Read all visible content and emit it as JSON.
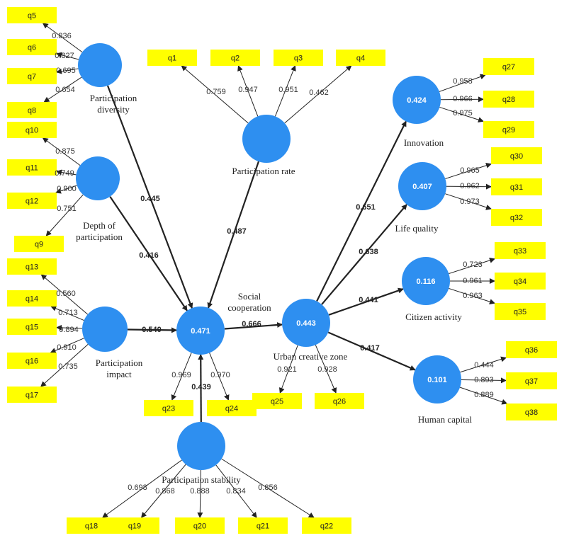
{
  "colors": {
    "construct": "#2e8ff0",
    "indicator": "#ffff00",
    "arrow": "#222222"
  },
  "constructs": {
    "participation_diversity": {
      "label_lines": [
        "Participation",
        "diversity"
      ],
      "r2": ""
    },
    "depth_of_participation": {
      "label_lines": [
        "Depth of",
        "participation"
      ],
      "r2": ""
    },
    "participation_impact": {
      "label_lines": [
        "Participation",
        "impact"
      ],
      "r2": ""
    },
    "participation_rate": {
      "label_lines": [
        "Participation rate"
      ],
      "r2": ""
    },
    "social_cooperation": {
      "label_lines": [
        "Social",
        "cooperation"
      ],
      "r2": "0.471"
    },
    "participation_stability": {
      "label_lines": [
        "Participation stability"
      ],
      "r2": ""
    },
    "urban_creative_zone": {
      "label_lines": [
        "Urban creative zone"
      ],
      "r2": "0.443"
    },
    "innovation": {
      "label_lines": [
        "Innovation"
      ],
      "r2": "0.424"
    },
    "life_quality": {
      "label_lines": [
        "Life quality"
      ],
      "r2": "0.407"
    },
    "citizen_activity": {
      "label_lines": [
        "Citizen activity"
      ],
      "r2": "0.116"
    },
    "human_capital": {
      "label_lines": [
        "Human capital"
      ],
      "r2": "0.101"
    }
  },
  "indicators": [
    {
      "id": "q5",
      "construct": "participation_diversity",
      "loading": "0.836"
    },
    {
      "id": "q6",
      "construct": "participation_diversity",
      "loading": "0.827"
    },
    {
      "id": "q7",
      "construct": "participation_diversity",
      "loading": "0.695"
    },
    {
      "id": "q8",
      "construct": "participation_diversity",
      "loading": "0.654"
    },
    {
      "id": "q10",
      "construct": "depth_of_participation",
      "loading": "0.875"
    },
    {
      "id": "q11",
      "construct": "depth_of_participation",
      "loading": "0.749"
    },
    {
      "id": "q12",
      "construct": "depth_of_participation",
      "loading": "0.900"
    },
    {
      "id": "q9",
      "construct": "depth_of_participation",
      "loading": "0.751"
    },
    {
      "id": "q13",
      "construct": "participation_impact",
      "loading": "0.560"
    },
    {
      "id": "q14",
      "construct": "participation_impact",
      "loading": "0.713"
    },
    {
      "id": "q15",
      "construct": "participation_impact",
      "loading": "0.894"
    },
    {
      "id": "q16",
      "construct": "participation_impact",
      "loading": "0.910"
    },
    {
      "id": "q17",
      "construct": "participation_impact",
      "loading": "0.735"
    },
    {
      "id": "q1",
      "construct": "participation_rate",
      "loading": "0.759"
    },
    {
      "id": "q2",
      "construct": "participation_rate",
      "loading": "0.947"
    },
    {
      "id": "q3",
      "construct": "participation_rate",
      "loading": "0.951"
    },
    {
      "id": "q4",
      "construct": "participation_rate",
      "loading": "0.462"
    },
    {
      "id": "q23",
      "construct": "social_cooperation",
      "loading": "0.969"
    },
    {
      "id": "q24",
      "construct": "social_cooperation",
      "loading": "0.970"
    },
    {
      "id": "q25",
      "construct": "urban_creative_zone",
      "loading": "0.921"
    },
    {
      "id": "q26",
      "construct": "urban_creative_zone",
      "loading": "0.928"
    },
    {
      "id": "q18",
      "construct": "participation_stability",
      "loading": "0.698"
    },
    {
      "id": "q19",
      "construct": "participation_stability",
      "loading": "0.868"
    },
    {
      "id": "q20",
      "construct": "participation_stability",
      "loading": "0.888"
    },
    {
      "id": "q21",
      "construct": "participation_stability",
      "loading": "0.834"
    },
    {
      "id": "q22",
      "construct": "participation_stability",
      "loading": "0.856"
    },
    {
      "id": "q27",
      "construct": "innovation",
      "loading": "0.958"
    },
    {
      "id": "q28",
      "construct": "innovation",
      "loading": "0.966"
    },
    {
      "id": "q29",
      "construct": "innovation",
      "loading": "0.975"
    },
    {
      "id": "q30",
      "construct": "life_quality",
      "loading": "0.965"
    },
    {
      "id": "q31",
      "construct": "life_quality",
      "loading": "0.962"
    },
    {
      "id": "q32",
      "construct": "life_quality",
      "loading": "0.973"
    },
    {
      "id": "q33",
      "construct": "citizen_activity",
      "loading": "0.723"
    },
    {
      "id": "q34",
      "construct": "citizen_activity",
      "loading": "0.961"
    },
    {
      "id": "q35",
      "construct": "citizen_activity",
      "loading": "0.963"
    },
    {
      "id": "q36",
      "construct": "human_capital",
      "loading": "0.444"
    },
    {
      "id": "q37",
      "construct": "human_capital",
      "loading": "0.893"
    },
    {
      "id": "q38",
      "construct": "human_capital",
      "loading": "0.889"
    }
  ],
  "paths": [
    {
      "from": "participation_diversity",
      "to": "social_cooperation",
      "coef": "0.445"
    },
    {
      "from": "depth_of_participation",
      "to": "social_cooperation",
      "coef": "0.416"
    },
    {
      "from": "participation_impact",
      "to": "social_cooperation",
      "coef": "0.540"
    },
    {
      "from": "participation_rate",
      "to": "social_cooperation",
      "coef": "0.487"
    },
    {
      "from": "participation_stability",
      "to": "social_cooperation",
      "coef": "0.439"
    },
    {
      "from": "social_cooperation",
      "to": "urban_creative_zone",
      "coef": "0.666"
    },
    {
      "from": "urban_creative_zone",
      "to": "innovation",
      "coef": "0.651"
    },
    {
      "from": "urban_creative_zone",
      "to": "life_quality",
      "coef": "0.638"
    },
    {
      "from": "urban_creative_zone",
      "to": "citizen_activity",
      "coef": "0.441"
    },
    {
      "from": "urban_creative_zone",
      "to": "human_capital",
      "coef": "0.417"
    }
  ]
}
